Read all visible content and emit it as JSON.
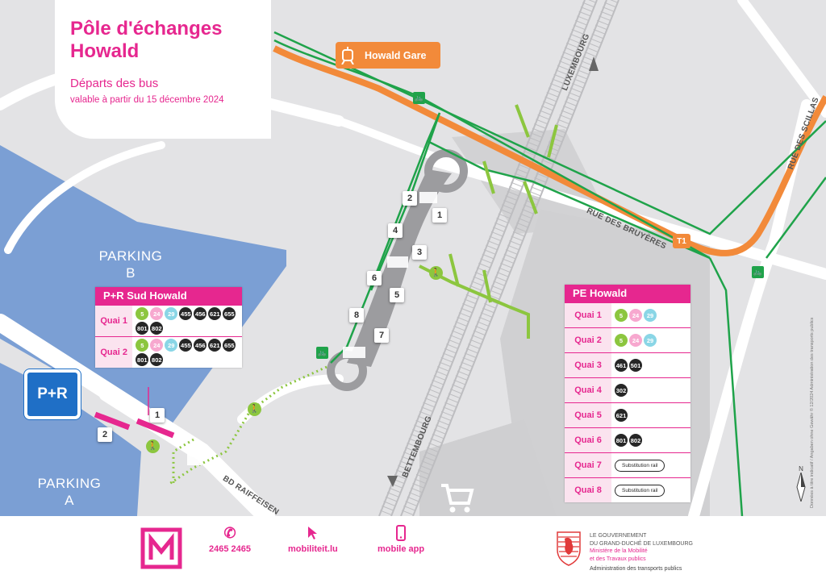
{
  "title": "Pôle d'échanges\nHowald",
  "subtitle": "Départs des bus",
  "valid_from": "valable à partir du 15 décembre 2024",
  "colors": {
    "brand_pink": "#e6278f",
    "tram_orange": "#f28a3a",
    "path_green": "#1fa34a",
    "walk_green": "#8cc63f",
    "parking_blue": "#7b9fd4",
    "pr_blue": "#1f6fc6",
    "map_bg": "#e3e3e5",
    "road_white": "#ffffff",
    "building_grey": "#cfcfd1"
  },
  "map_labels": {
    "parking_b": "PARKING\nB",
    "parking_a": "PARKING\nA",
    "pr_badge": "P+R",
    "tram_stop": "Howald Gare",
    "tram_icon": "tram-icon",
    "t1": "T1",
    "roads": {
      "luxembourg": "LUXEMBOURG",
      "bettembourg": "BETTEMBOURG",
      "rue_bruyeres": "RUE DES BRUYÈRES",
      "rue_scillas": "RUE DES SCILLAS",
      "bd_raiffeisen": "BD RAIFFEISEN"
    },
    "quai_numbers": [
      "1",
      "2",
      "3",
      "4",
      "5",
      "6",
      "7",
      "8"
    ],
    "pr_quai_numbers": [
      "1",
      "2"
    ],
    "bike_icon": "bike-icon",
    "pedestrian_icon": "pedestrian-icon",
    "shopping_icon": "shopping-cart-icon"
  },
  "pr_panel": {
    "header": "P+R Sud Howald",
    "rows": [
      {
        "quai": "Quai 1",
        "lines": [
          {
            "n": "5",
            "c": "green"
          },
          {
            "n": "24",
            "c": "pink"
          },
          {
            "n": "29",
            "c": "cyan"
          },
          {
            "n": "455",
            "c": "black"
          },
          {
            "n": "456",
            "c": "black"
          },
          {
            "n": "621",
            "c": "black"
          },
          {
            "n": "655",
            "c": "black"
          },
          {
            "n": "801",
            "c": "black"
          },
          {
            "n": "802",
            "c": "black"
          }
        ]
      },
      {
        "quai": "Quai 2",
        "lines": [
          {
            "n": "5",
            "c": "green"
          },
          {
            "n": "24",
            "c": "pink"
          },
          {
            "n": "29",
            "c": "cyan"
          },
          {
            "n": "455",
            "c": "black"
          },
          {
            "n": "456",
            "c": "black"
          },
          {
            "n": "621",
            "c": "black"
          },
          {
            "n": "655",
            "c": "black"
          },
          {
            "n": "801",
            "c": "black"
          },
          {
            "n": "802",
            "c": "black"
          }
        ]
      }
    ]
  },
  "pe_panel": {
    "header": "PE Howald",
    "rows": [
      {
        "quai": "Quai 1",
        "lines": [
          {
            "n": "5",
            "c": "green"
          },
          {
            "n": "24",
            "c": "pink"
          },
          {
            "n": "29",
            "c": "cyan"
          }
        ]
      },
      {
        "quai": "Quai 2",
        "lines": [
          {
            "n": "5",
            "c": "green"
          },
          {
            "n": "24",
            "c": "pink"
          },
          {
            "n": "29",
            "c": "cyan"
          }
        ]
      },
      {
        "quai": "Quai 3",
        "lines": [
          {
            "n": "461",
            "c": "black"
          },
          {
            "n": "501",
            "c": "black"
          }
        ]
      },
      {
        "quai": "Quai 4",
        "lines": [
          {
            "n": "302",
            "c": "black"
          }
        ]
      },
      {
        "quai": "Quai 5",
        "lines": [
          {
            "n": "621",
            "c": "black"
          }
        ]
      },
      {
        "quai": "Quai 6",
        "lines": [
          {
            "n": "801",
            "c": "black"
          },
          {
            "n": "802",
            "c": "black"
          }
        ]
      },
      {
        "quai": "Quai 7",
        "subst": "Substitution rail"
      },
      {
        "quai": "Quai 8",
        "subst": "Substitution rail"
      }
    ]
  },
  "footer": {
    "logo_icon": "mobiliteit-logo-icon",
    "phone": {
      "label": "2465 2465",
      "icon": "phone-icon"
    },
    "web": {
      "label": "mobiliteit.lu",
      "icon": "cursor-icon"
    },
    "app": {
      "label": "mobile app",
      "icon": "smartphone-icon"
    },
    "gov_line1": "LE GOUVERNEMENT",
    "gov_line2": "DU GRAND-DUCHÉ DE LUXEMBOURG",
    "gov_line3": "Ministère de la Mobilité",
    "gov_line4": "et des Travaux publics",
    "admin": "Administration des transports publics",
    "gov_icon": "luxembourg-lion-icon"
  },
  "side_note": "Données à titre indicatif / Angaben ohne Gewähr © 12/2024 Administration des transports publics",
  "north": "N"
}
